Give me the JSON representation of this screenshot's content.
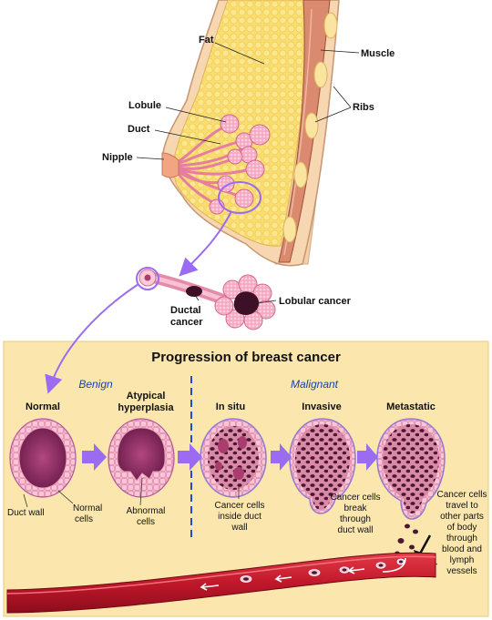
{
  "anatomy": {
    "fat": "Fat",
    "muscle": "Muscle",
    "ribs": "Ribs",
    "lobule": "Lobule",
    "duct": "Duct",
    "nipple": "Nipple",
    "ductal_cancer": [
      "Ductal",
      "cancer"
    ],
    "lobular_cancer": "Lobular cancer"
  },
  "panel": {
    "title": "Progression of breast cancer",
    "benign": "Benign",
    "malignant": "Malignant",
    "stages": {
      "normal": "Normal",
      "atypical": [
        "Atypical",
        "hyperplasia"
      ],
      "in_situ": "In situ",
      "invasive": "Invasive",
      "metastatic": "Metastatic"
    },
    "annotations": {
      "duct_wall": "Duct wall",
      "normal_cells": [
        "Normal",
        "cells"
      ],
      "abnormal_cells": [
        "Abnormal",
        "cells"
      ],
      "in_situ_note": [
        "Cancer cells",
        "inside duct",
        "wall"
      ],
      "invasive_note": [
        "Cancer cells",
        "break",
        "through",
        "duct wall"
      ],
      "metastatic_note": [
        "Cancer cells",
        "travel to",
        "other parts",
        "of body",
        "through",
        "blood and",
        "lymph",
        "vessels"
      ]
    }
  },
  "colors": {
    "panel_bg": "#fbe7ad",
    "fat": "#f9dc72",
    "skin": "#f7d6b2",
    "tissue_pink": "#f3a6c0",
    "cancer": "#5a1d3c",
    "arrow": "#9b6cf2",
    "vessel": "#c0182a",
    "divider": "#1f4fd1"
  }
}
